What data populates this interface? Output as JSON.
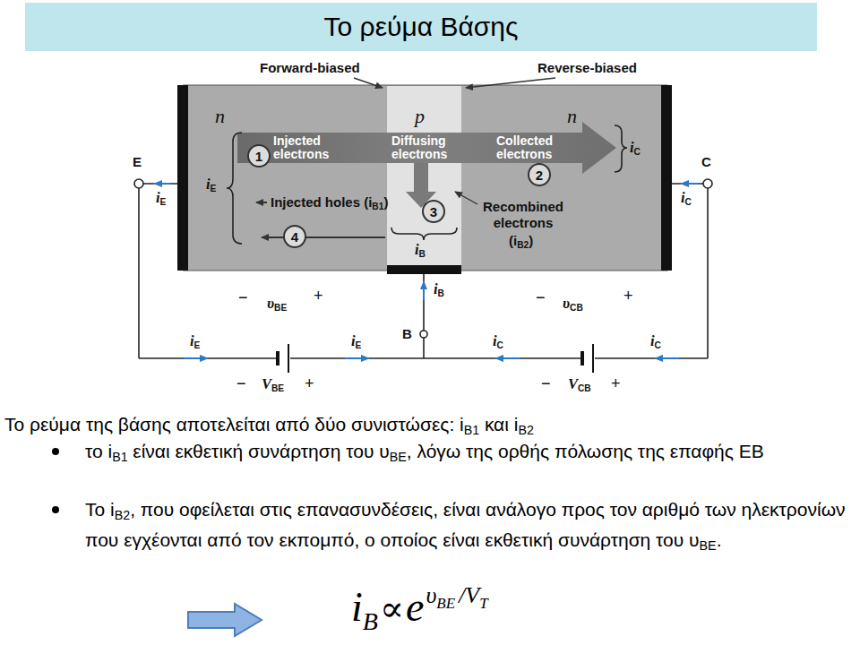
{
  "diagram": {
    "title": "Το ρεύμα Βάσης",
    "nodes": [
      {
        "text": [
          "n"
        ]
      },
      {
        "text": [
          "p"
        ]
      },
      {
        "text": [
          "n"
        ]
      },
      {
        "text": [
          "1"
        ],
        "in": 0
      },
      {
        "text": [
          "2"
        ],
        "in": 2
      },
      {
        "text": [
          "3"
        ],
        "in": 1
      },
      {
        "text": [
          "4"
        ],
        "in": 0
      }
    ],
    "labels": [
      "Forward-biased",
      "Reverse-biased",
      "Injected electrons",
      "Diffusing electrons",
      "Collected electrons",
      "Injected holes (i",
      "B1",
      ")",
      "Recombined electrons",
      "(i",
      "B2",
      ")",
      "i",
      "E",
      "i",
      "C",
      "i",
      "B",
      "E",
      "C",
      "i",
      "E",
      "i",
      "C",
      "i",
      "B",
      "B",
      "−",
      "υ",
      "BE",
      "+",
      "−",
      "υ",
      "CB",
      "+",
      "i",
      "E",
      "i",
      "E",
      "i",
      "C",
      "i",
      "C",
      "−",
      "V",
      "BE",
      "+",
      "−",
      "V",
      "CB",
      "+",
      "Το ρεύμα της βάσης αποτελείται από δύο συνιστώσες: i",
      "B1",
      "και i",
      "B2",
      "το i",
      "B1",
      "είναι εκθετική συνάρτηση του υ",
      "BE",
      ", λόγω της ορθής πόλωσης της επαφής EB",
      "Το i",
      "B2",
      ", που οφείλεται στις επανασυνδέσεις, είναι ανάλογο προς τον αριθμό των ηλεκτρονίων που εγχέονται από τον εκπομπό, ο οποίος είναι εκθετική συνάρτηση του υ",
      "BE",
      ".",
      "i",
      "B",
      "∝",
      "e",
      "υ",
      "BE",
      "/V",
      "T"
    ]
  }
}
